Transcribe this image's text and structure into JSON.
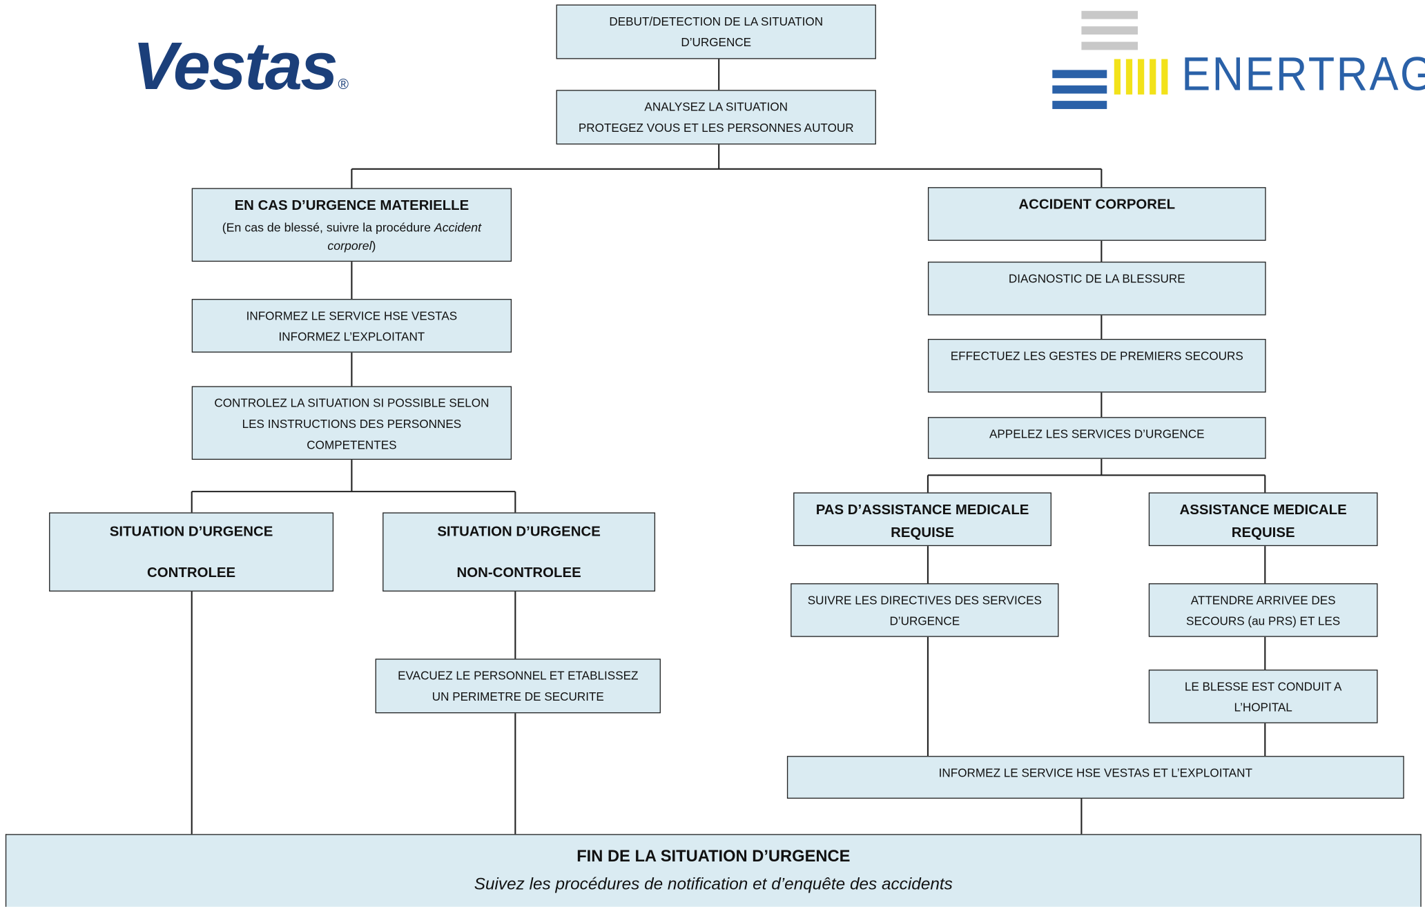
{
  "logos": {
    "vestas": "Vestas",
    "vestas_reg": "®",
    "enertrag": "ENERTRAG",
    "enertrag_colors": {
      "blue": "#2a61a8",
      "yellow": "#f2e21a",
      "gray": "#c8c8c8"
    }
  },
  "colors": {
    "box_fill": "#daebf2",
    "border": "#222222"
  },
  "start": {
    "line1": "DEBUT/DETECTION DE LA SITUATION",
    "line2": "D’URGENCE"
  },
  "analyse": {
    "line1": "ANALYSEZ LA SITUATION",
    "line2": "PROTEGEZ VOUS ET LES PERSONNES AUTOUR"
  },
  "left": {
    "title": "EN CAS D’URGENCE MATERIELLE",
    "note_prefix": "(En cas de blessé, suivre la procédure ",
    "note_italic1": "Accident",
    "note_italic2": "corporel",
    "note_suffix": ")",
    "inform_line1": "INFORMEZ LE SERVICE HSE VESTAS",
    "inform_line2": "INFORMEZ L’EXPLOITANT",
    "control_line1": "CONTROLEZ LA SITUATION SI POSSIBLE SELON",
    "control_line2": "LES INSTRUCTIONS DES PERSONNES",
    "control_line3": "COMPETENTES",
    "controlled_line1": "SITUATION D’URGENCE",
    "controlled_line2": "CONTROLEE",
    "uncontrolled_line1": "SITUATION D’URGENCE",
    "uncontrolled_line2": "NON-CONTROLEE",
    "evacuate_line1": "EVACUEZ LE PERSONNEL ET ETABLISSEZ",
    "evacuate_line2": "UN PERIMETRE DE SECURITE"
  },
  "right": {
    "title": "ACCIDENT CORPOREL",
    "diagnostic": "DIAGNOSTIC DE LA BLESSURE",
    "first_aid": "EFFECTUEZ LES GESTES DE PREMIERS SECOURS",
    "call": "APPELEZ LES SERVICES D’URGENCE",
    "no_assist_line1": "PAS D’ASSISTANCE MEDICALE",
    "no_assist_line2": "REQUISE",
    "assist_line1": "ASSISTANCE MEDICALE",
    "assist_line2": "REQUISE",
    "follow_line1": "SUIVRE LES DIRECTIVES DES SERVICES",
    "follow_line2": "D’URGENCE",
    "wait_line1": "ATTENDRE ARRIVEE DES",
    "wait_line2": "SECOURS (au PRS)  ET LES",
    "hospital_line1": "LE BLESSE EST CONDUIT A",
    "hospital_line2": "L’HOPITAL",
    "inform": "INFORMEZ LE SERVICE HSE VESTAS ET L’EXPLOITANT"
  },
  "end": {
    "title": "FIN DE LA SITUATION D’URGENCE",
    "subtitle": "Suivez les procédures de notification et d’enquête des accidents"
  }
}
